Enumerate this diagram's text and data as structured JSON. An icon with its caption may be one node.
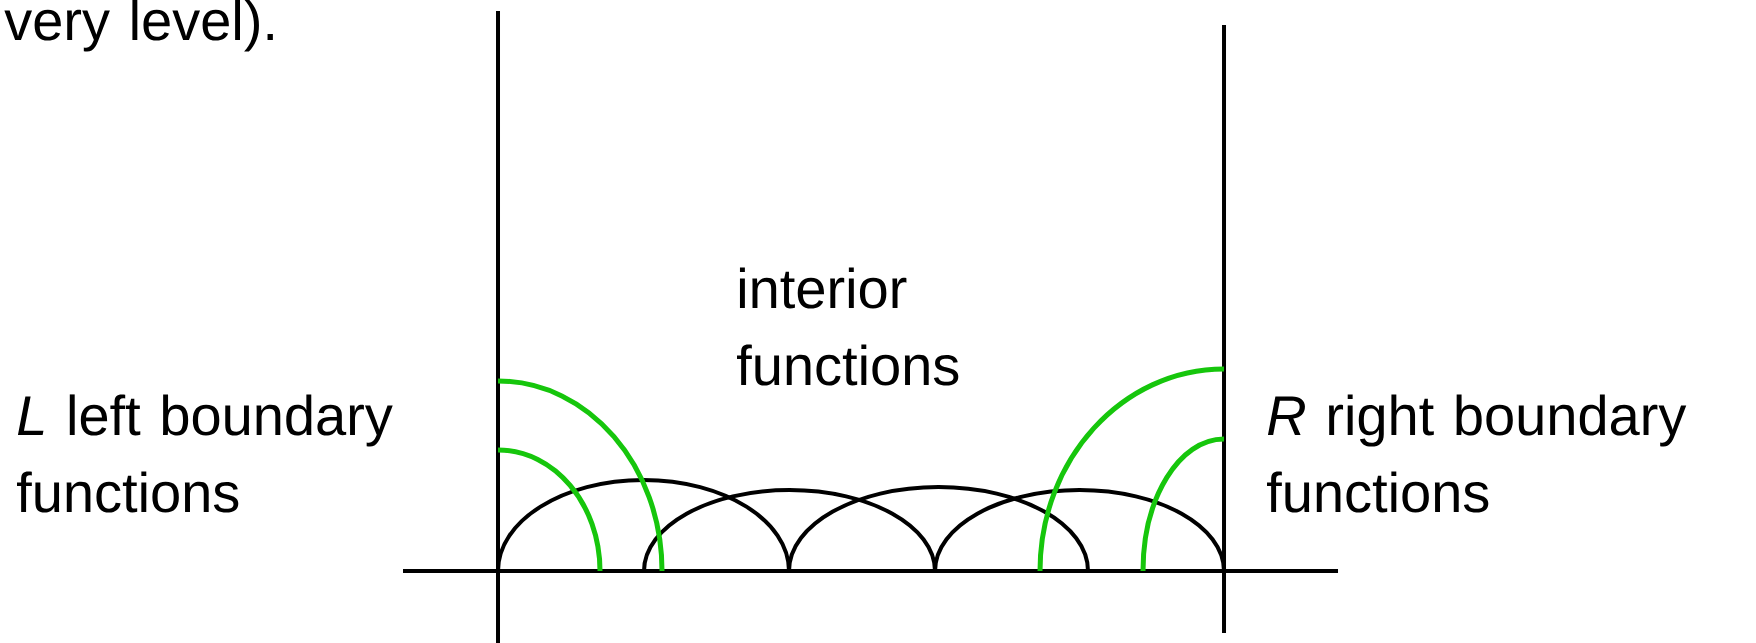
{
  "diagram": {
    "labels": [
      "very level).",
      "interior functions",
      "*L* left boundary functions",
      "*R* right boundary functions"
    ]
  }
}
